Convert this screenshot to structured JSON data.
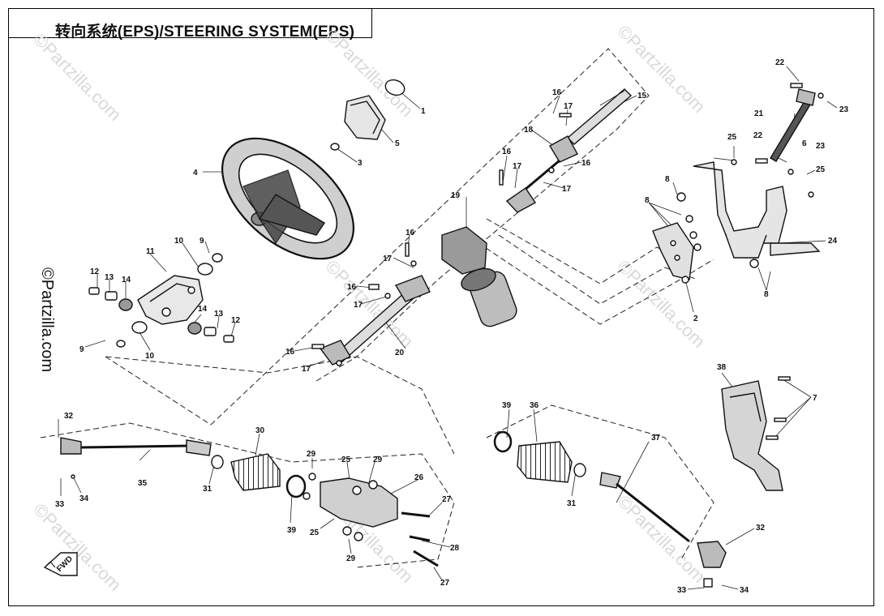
{
  "title": "转向系统(EPS)/STEERING SYSTEM(EPS)",
  "watermark": "©Partzilla.com",
  "fwd_label": "FWD",
  "callouts": [
    "1",
    "2",
    "3",
    "4",
    "5",
    "6",
    "7",
    "8",
    "9",
    "10",
    "11",
    "12",
    "13",
    "14",
    "15",
    "16",
    "17",
    "18",
    "19",
    "20",
    "21",
    "22",
    "23",
    "24",
    "25",
    "26",
    "27",
    "28",
    "29",
    "30",
    "31",
    "32",
    "33",
    "34",
    "35",
    "36",
    "37",
    "38",
    "39"
  ]
}
